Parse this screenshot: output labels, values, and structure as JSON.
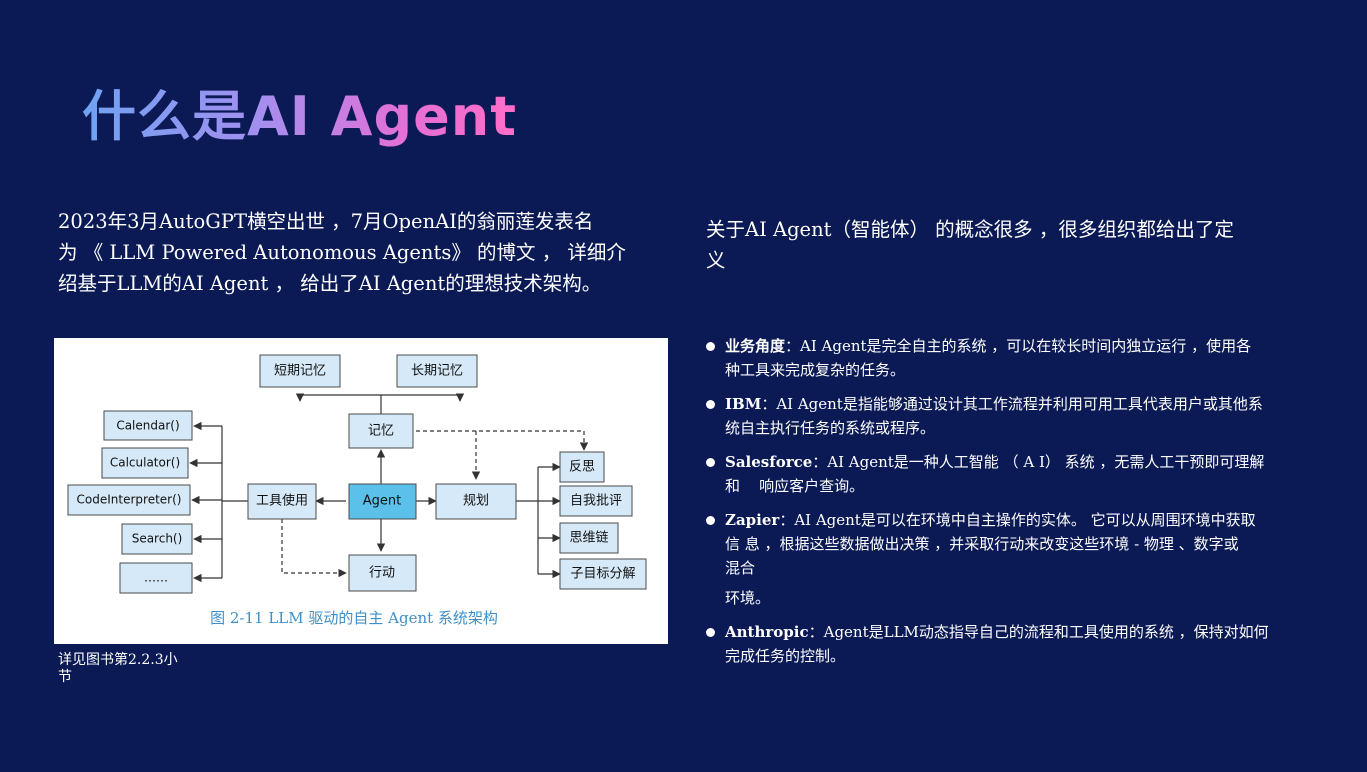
{
  "title": "什么是AI Agent",
  "intro": {
    "lines": [
      "2023年3月AutoGPT横空出世 ，7月OpenAI的翁丽莲发表名",
      "为 《 LLM Powered Autonomous Agents》 的博文 ， 详细介",
      "绍基于LLM的AI Agent ， 给出了AI Agent的理想技术架构。"
    ]
  },
  "concept": {
    "lines": [
      "关于AI Agent（智能体） 的概念很多 ，很多组织都给出了定",
      "义"
    ]
  },
  "figure": {
    "caption": "图 2-11   LLM 驱动的自主 Agent 系统架构",
    "nodes": {
      "short_memory": "短期记忆",
      "long_memory": "长期记忆",
      "memory": "记忆",
      "agent": "Agent",
      "tool_use": "工具使用",
      "planning": "规划",
      "action": "行动",
      "reflection": "反思",
      "self_critique": "自我批评",
      "chain_of_thought": "思维链",
      "subgoal": "子目标分解"
    },
    "tools": [
      "Calendar()",
      "Calculator()",
      "CodeInterpreter()",
      "Search()",
      "……"
    ]
  },
  "caption_note": {
    "lines": [
      "详见图书第2.2.3小",
      "节"
    ]
  },
  "definitions": [
    {
      "term": "业务角度",
      "lines": [
        "：AI Agent是完全自主的系统 ，可以在较长时间内独立运行 ，使用各",
        "种工具来完成复杂的任务。"
      ]
    },
    {
      "term": "IBM",
      "lines": [
        "：AI Agent是指能够通过设计其工作流程并利用可用工具代表用户或其他系",
        "统自主执行任务的系统或程序。"
      ]
    },
    {
      "term": "Salesforce",
      "lines": [
        "：AI Agent是一种人工智能 （ A I） 系统 ，无需人工干预即可理解",
        "和    响应客户查询。"
      ]
    },
    {
      "term": "Zapier",
      "lines": [
        "：AI Agent是可以在环境中自主操作的实体。 它可以从周围环境中获取",
        "信 息 ，根据这些数据做出决策 ，并采取行动来改变这些环境 - 物理 、数字或",
        "混合",
        "环境。"
      ]
    },
    {
      "term": "Anthropic",
      "lines": [
        "：Agent是LLM动态指导自己的流程和工具使用的系统 ，保持对如何",
        "完成任务的控制。"
      ]
    }
  ],
  "colors": {
    "background": "#0b1a55",
    "title_gradient_start": "#6fa3f3",
    "title_gradient_end": "#ff6ec7",
    "agent_box": "#5bc0ea",
    "node_box": "#d6e9f8"
  }
}
